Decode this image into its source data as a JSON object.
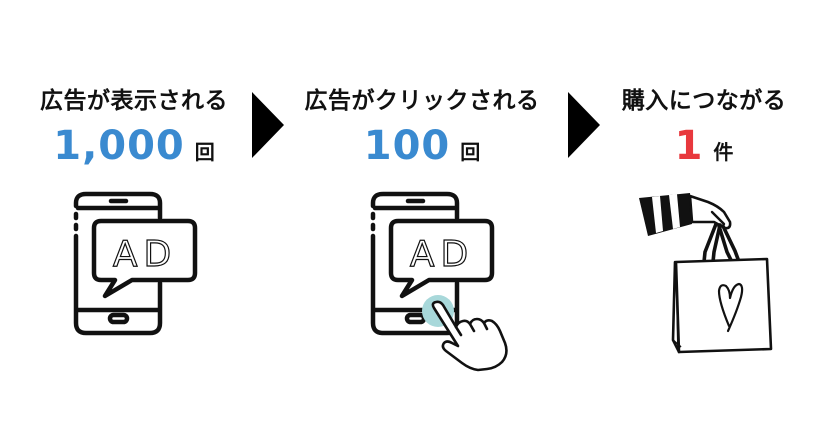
{
  "colors": {
    "background": "#ffffff",
    "text": "#111111",
    "impressions_accent": "#3a8ad0",
    "clicks_accent": "#3a8ad0",
    "purchase_accent": "#e8383d",
    "tap_highlight": "#a8d8da",
    "arrow": "#000000"
  },
  "steps": [
    {
      "id": "impression",
      "heading": "広告が表示される",
      "count": "1,000",
      "unit": "回",
      "icon": "smartphone-ad-icon",
      "icon_label": "AD"
    },
    {
      "id": "click",
      "heading": "広告がクリックされる",
      "count": "100",
      "unit": "回",
      "icon": "smartphone-ad-tap-icon",
      "icon_label": "AD"
    },
    {
      "id": "purchase",
      "heading": "購入につながる",
      "count": "1",
      "unit": "件",
      "icon": "shopping-bag-hand-icon"
    }
  ],
  "arrows": [
    {
      "from": "impression",
      "to": "click",
      "icon": "triangle-right-icon"
    },
    {
      "from": "click",
      "to": "purchase",
      "icon": "triangle-right-icon"
    }
  ]
}
